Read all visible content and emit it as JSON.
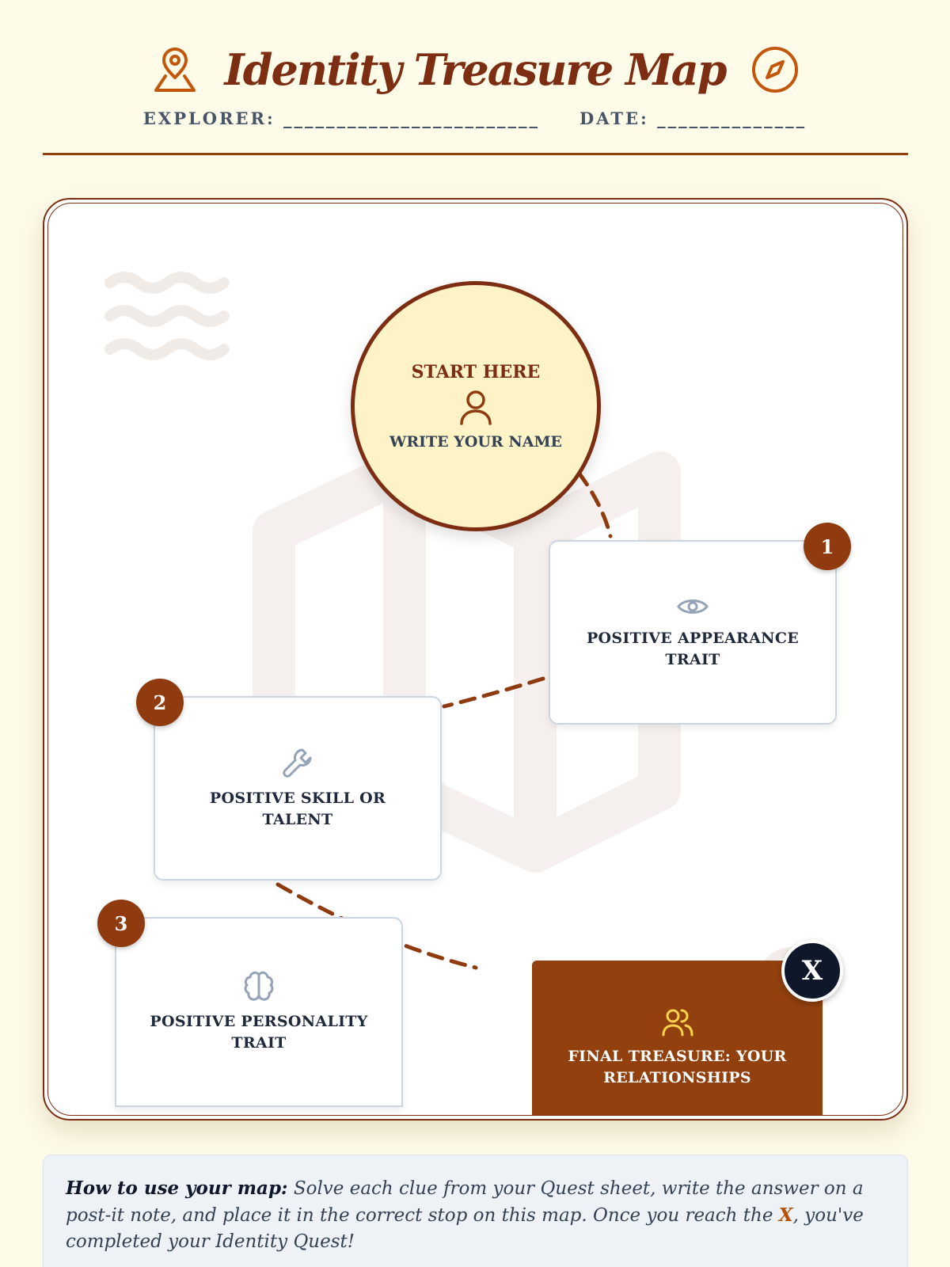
{
  "header": {
    "title": "Identity Treasure Map",
    "explorer_label": "EXPLORER: ________________________",
    "date_label": "DATE: ______________"
  },
  "map": {
    "start": {
      "title": "START HERE",
      "subtitle": "WRITE YOUR NAME",
      "icon": "user-icon"
    },
    "stops": [
      {
        "number": "1",
        "label": "POSITIVE APPEARANCE TRAIT",
        "icon": "eye-icon"
      },
      {
        "number": "2",
        "label": "POSITIVE SKILL OR TALENT",
        "icon": "wrench-icon"
      },
      {
        "number": "3",
        "label": "POSITIVE PERSONALITY TRAIT",
        "icon": "brain-icon"
      }
    ],
    "final": {
      "marker": "X",
      "label": "FINAL TREASURE: YOUR RELATIONSHIPS",
      "icon": "users-icon"
    }
  },
  "instructions": {
    "lead": "How to use your map:",
    "text_before_x": " Solve each clue from your Quest sheet, write the answer on a post-it note, and place it in the correct stop on this map. Once you reach the ",
    "x_marker": "X",
    "text_after_x": ", you've completed your Identity Quest!"
  },
  "colors": {
    "accent": "#7c2d12",
    "badge": "#8f3b0f",
    "final_card": "#92400e",
    "start_fill": "#fef3c7",
    "background": "#fefbe9"
  }
}
